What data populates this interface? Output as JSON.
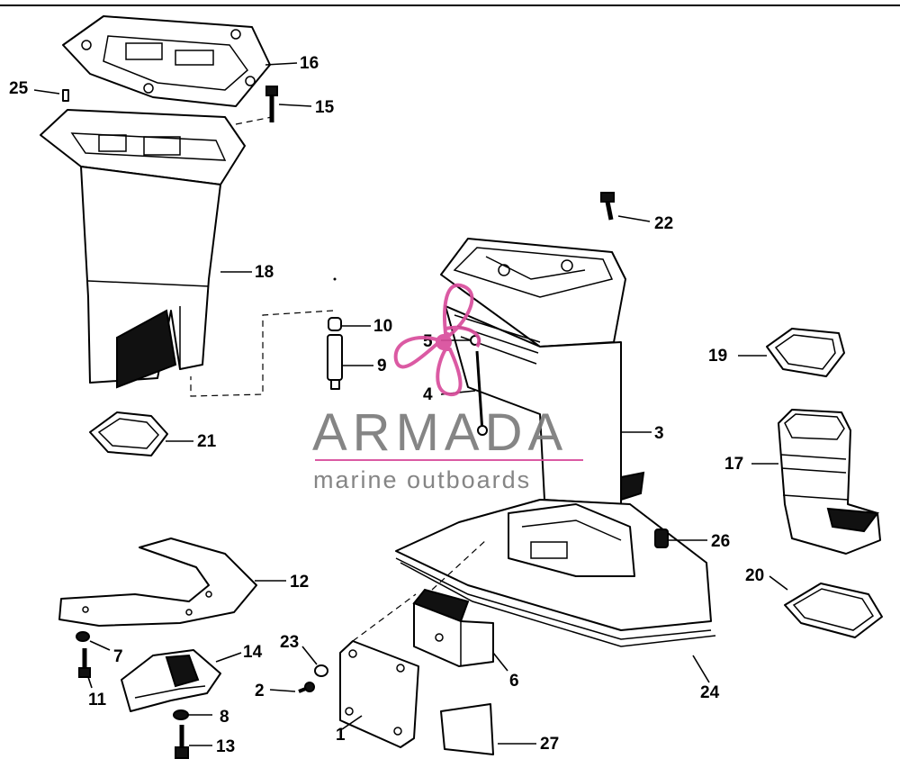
{
  "watermark": {
    "title": "ARMADA",
    "subtitle": "marine outboards",
    "brand_color": "#d94d9c",
    "text_color": "#7b7b7b"
  },
  "callouts": [
    "1",
    "2",
    "3",
    "4",
    "5",
    "6",
    "7",
    "8",
    "9",
    "10",
    "11",
    "12",
    "13",
    "14",
    "15",
    "16",
    "17",
    "18",
    "19",
    "20",
    "21",
    "22",
    "23",
    "24",
    "25",
    "26",
    "27"
  ],
  "colors": {
    "line": "#000000",
    "background": "#ffffff"
  }
}
